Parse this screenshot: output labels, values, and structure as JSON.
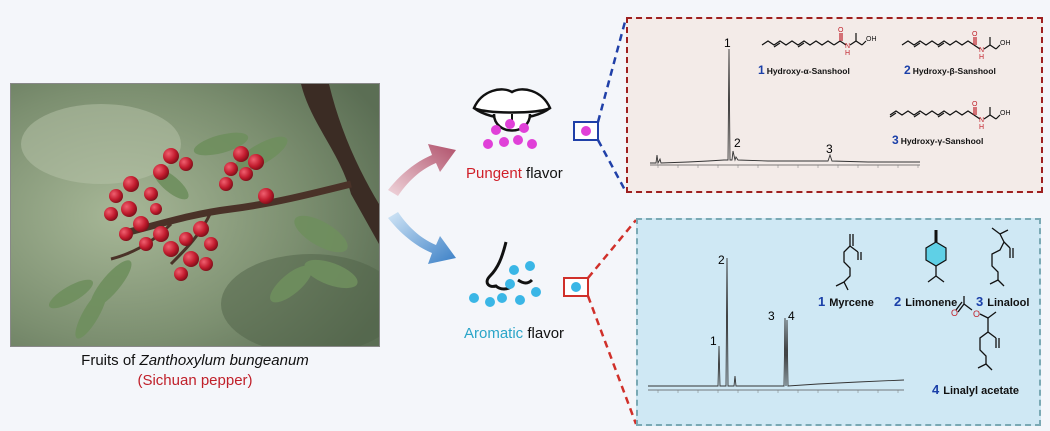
{
  "photo": {
    "caption_prefix": "Fruits of ",
    "caption_species": "Zanthoxylum bungeanum",
    "caption_common": "(Sichuan pepper)"
  },
  "pungent": {
    "label_highlight": "Pungent",
    "label_rest": " flavor",
    "peaks": [
      "1",
      "2",
      "3"
    ],
    "compounds": [
      {
        "num": "1",
        "name": "Hydroxy-α-Sanshool"
      },
      {
        "num": "2",
        "name": "Hydroxy-β-Sanshool"
      },
      {
        "num": "3",
        "name": "Hydroxy-γ-Sanshool"
      }
    ],
    "atoms": {
      "o": "O",
      "n": "N",
      "h": "H",
      "oh": "OH"
    }
  },
  "aromatic": {
    "label_highlight": "Aromatic",
    "label_rest": " flavor",
    "peaks": [
      "1",
      "2",
      "3",
      "4"
    ],
    "compounds": [
      {
        "num": "1",
        "name": "Myrcene"
      },
      {
        "num": "2",
        "name": "Limonene"
      },
      {
        "num": "3",
        "name": "Linalool"
      },
      {
        "num": "4",
        "name": "Linalyl acetate"
      }
    ],
    "atoms": {
      "o": "O"
    }
  },
  "colors": {
    "pungent_red": "#d0202a",
    "aromatic_cyan": "#2aa5c8",
    "magenta_dot": "#e040d8",
    "cyan_dot": "#3ab6e6",
    "blue_accent": "#1a3fa8",
    "dark_red_border": "#9e2020"
  },
  "icons": [
    "tongue-mouth-icon",
    "nose-icon",
    "arrow-up-icon",
    "arrow-down-icon"
  ]
}
